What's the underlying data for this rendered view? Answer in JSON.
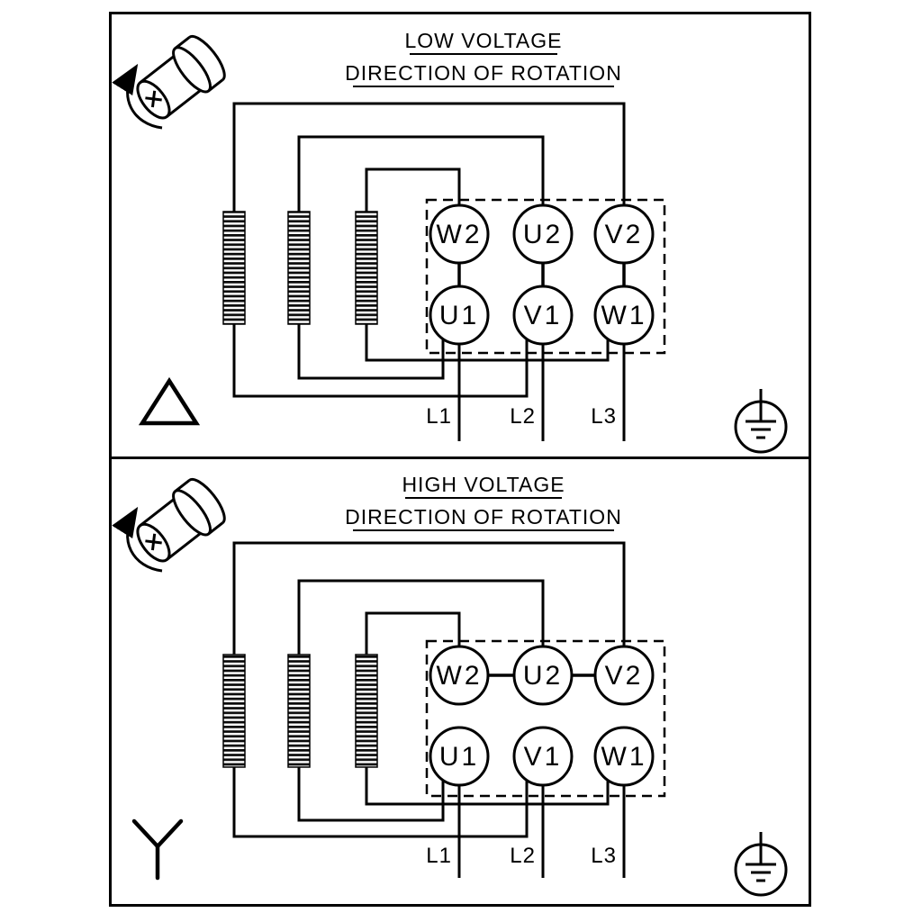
{
  "diagram": {
    "type": "motor-terminal-wiring-diagram",
    "colors": {
      "line": "#000000",
      "background": "#ffffff"
    },
    "panels": [
      {
        "title": "LOW VOLTAGE",
        "subtitle": "DIRECTION OF ROTATION",
        "connection": "delta",
        "terminals_top": [
          "W2",
          "U2",
          "V2"
        ],
        "terminals_bottom": [
          "U1",
          "V1",
          "W1"
        ],
        "leads": [
          "L1",
          "L2",
          "L3"
        ]
      },
      {
        "title": "HIGH VOLTAGE",
        "subtitle": "DIRECTION OF ROTATION",
        "connection": "star",
        "terminals_top": [
          "W2",
          "U2",
          "V2"
        ],
        "terminals_bottom": [
          "U1",
          "V1",
          "W1"
        ],
        "leads": [
          "L1",
          "L2",
          "L3"
        ]
      }
    ]
  }
}
